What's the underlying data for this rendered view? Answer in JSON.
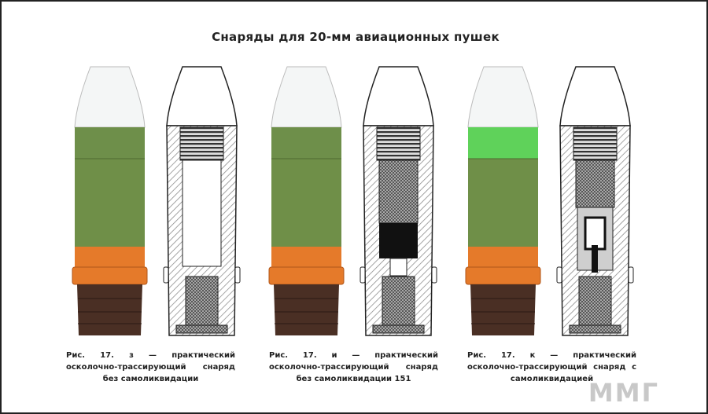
{
  "title": "Снаряды для 20-мм авиационных пушек",
  "figures": [
    {
      "caption": "Рис. 17. з — практический осколочно-трассирующий снаряд без самоликвидации",
      "nose_band_color": "#6e8f4a",
      "core": "empty"
    },
    {
      "caption": "Рис. 17. и — практический осколочно-трассирующий снаряд без самоликвидации 151",
      "nose_band_color": "#6e8f4a",
      "core": "filled"
    },
    {
      "caption": "Рис. 17. к — практический осколочно-трассирующий снаряд с самоликвидацией",
      "nose_band_color": "#5fd25a",
      "core": "self-destruct"
    }
  ],
  "colors": {
    "nose": "#f4f6f6",
    "body": "#6f8f48",
    "band": "#e57a2a",
    "base": "#4a2f24"
  },
  "watermark": "ММГ"
}
